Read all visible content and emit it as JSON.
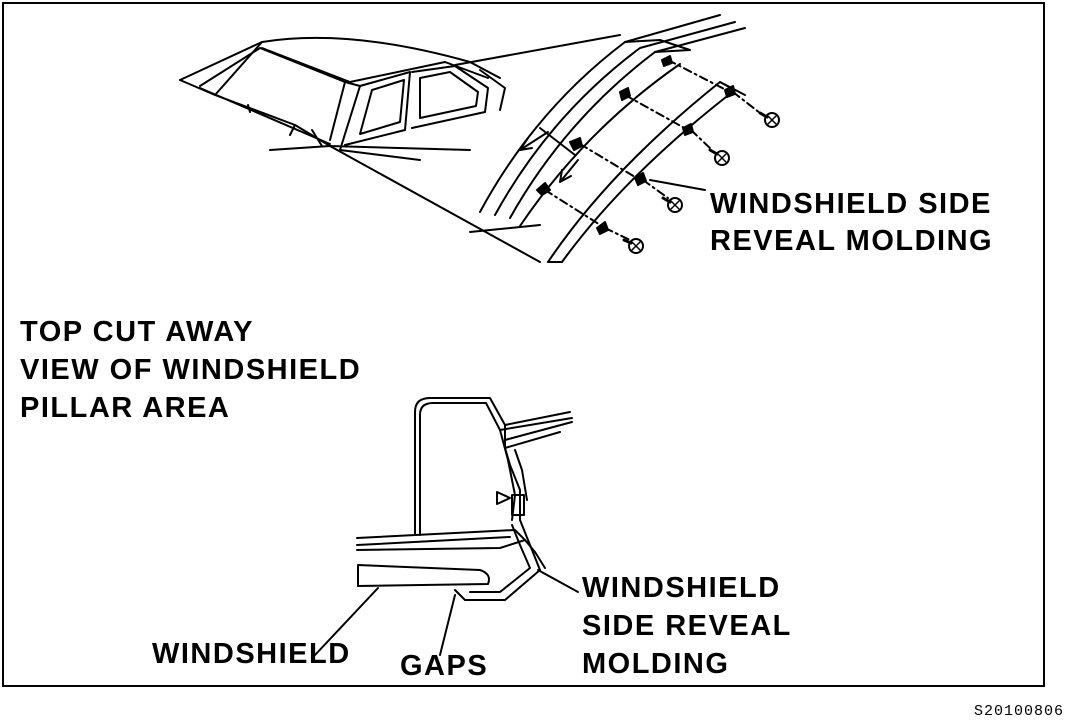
{
  "labels": {
    "reveal_molding_top_line1": "WINDSHIELD SIDE",
    "reveal_molding_top_line2": "REVEAL MOLDING",
    "cutaway_line1": "TOP CUT AWAY",
    "cutaway_line2": "VIEW OF WINDSHIELD",
    "cutaway_line3": "PILLAR AREA",
    "reveal_molding_bottom_line1": "WINDSHIELD",
    "reveal_molding_bottom_line2": "SIDE REVEAL",
    "reveal_molding_bottom_line3": "MOLDING",
    "windshield": "WINDSHIELD",
    "gaps": "GAPS"
  },
  "figure_id": "S20100806"
}
